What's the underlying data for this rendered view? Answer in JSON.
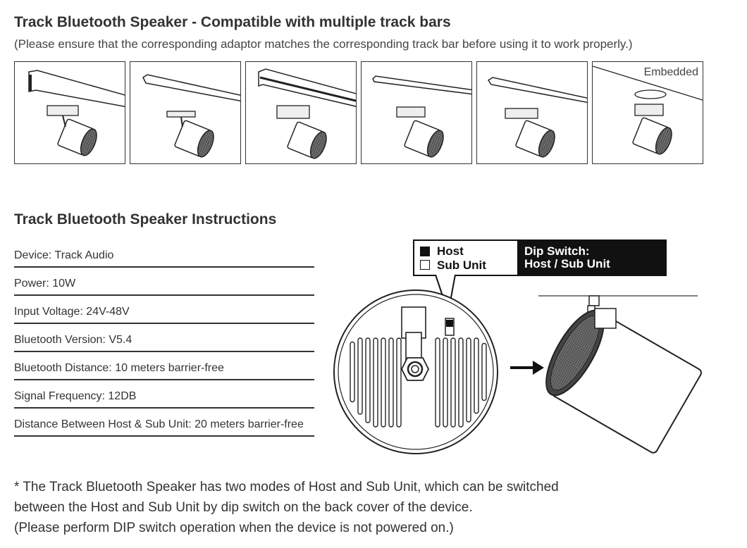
{
  "header": {
    "title": "Track Bluetooth Speaker - Compatible with multiple track bars",
    "subtitle": "(Please ensure that the corresponding adaptor matches the corresponding track bar before using it to work properly.)"
  },
  "tiles": {
    "embedded_label": "Embedded"
  },
  "instructions": {
    "title": "Track Bluetooth Speaker Instructions",
    "specs": [
      "Device: Track Audio",
      "Power: 10W",
      "Input Voltage: 24V-48V",
      "Bluetooth Version: V5.4",
      "Bluetooth Distance: 10 meters barrier-free",
      "Signal Frequency: 12DB",
      "Distance Between Host & Sub Unit: 20 meters barrier-free"
    ]
  },
  "legend": {
    "host": "Host",
    "sub_unit": "Sub Unit",
    "dip_title": "Dip Switch:",
    "dip_modes": "Host / Sub Unit"
  },
  "notes": {
    "line1": "* The Track Bluetooth Speaker has two modes of Host and Sub Unit, which can be switched",
    "line2": "between the Host and Sub Unit by dip switch on the back cover of the device.",
    "line3": "(Please perform DIP switch operation when the device is not powered on.)"
  }
}
